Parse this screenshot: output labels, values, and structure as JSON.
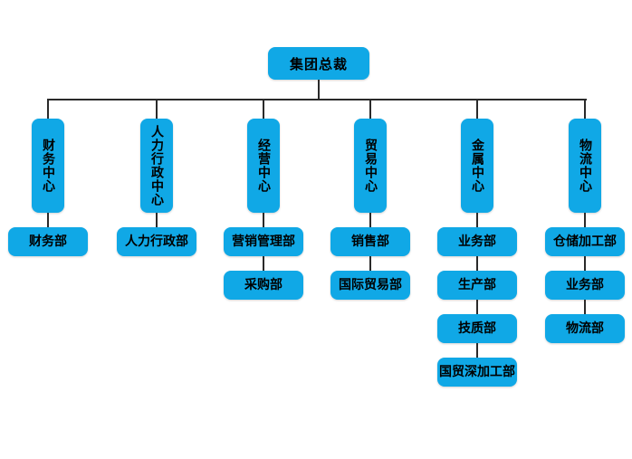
{
  "chart": {
    "type": "org-chart",
    "root": {
      "label": "集团总裁"
    },
    "columns": [
      {
        "label": "财务中心",
        "children": [
          "财务部"
        ]
      },
      {
        "label": "人力行政中心",
        "children": [
          "人力行政部"
        ]
      },
      {
        "label": "经营中心",
        "children": [
          "营销管理部",
          "采购部"
        ]
      },
      {
        "label": "贸易中心",
        "children": [
          "销售部",
          "国际贸易部"
        ]
      },
      {
        "label": "金属中心",
        "children": [
          "业务部",
          "生产部",
          "技质部",
          "国贸深加工部"
        ]
      },
      {
        "label": "物流中心",
        "children": [
          "仓储加工部",
          "业务部",
          "物流部"
        ]
      }
    ],
    "colors": {
      "box_fill": "#10a8e6",
      "line": "#2a2a2a",
      "text": "#000000",
      "background": "#ffffff"
    }
  }
}
